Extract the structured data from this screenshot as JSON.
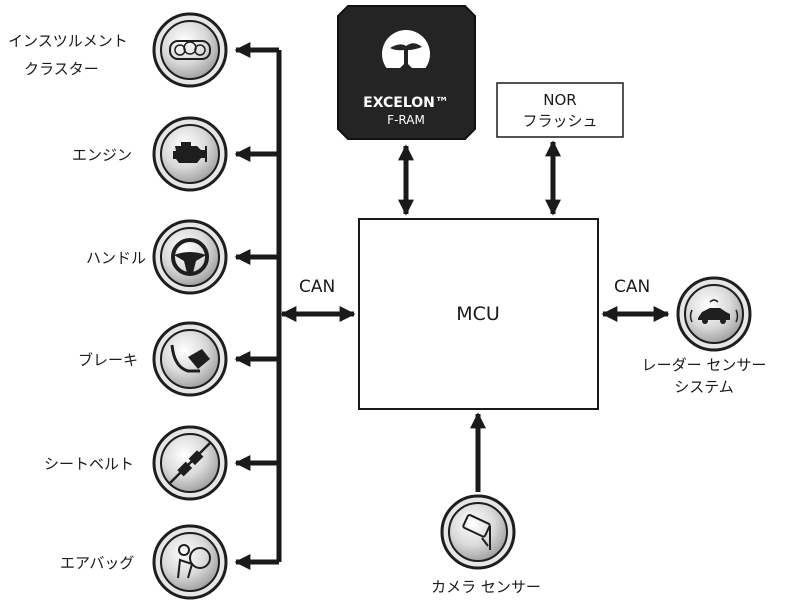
{
  "colors": {
    "line": "#1a1a1a",
    "box_stroke": "#1a1a1a",
    "icon_ring_dark": "#1e1e1e",
    "icon_ring_light": "#e6e6e6",
    "excelon_bg": "#242424"
  },
  "left_components": [
    {
      "label_line1": "インスツルメント",
      "label_line2": "クラスター",
      "icon": "gauge-cluster-icon"
    },
    {
      "label_line1": "エンジン",
      "label_line2": "",
      "icon": "engine-icon"
    },
    {
      "label_line1": "ハンドル",
      "label_line2": "",
      "icon": "steering-wheel-icon"
    },
    {
      "label_line1": "ブレーキ",
      "label_line2": "",
      "icon": "brake-pedal-icon"
    },
    {
      "label_line1": "シートベルト",
      "label_line2": "",
      "icon": "seatbelt-icon"
    },
    {
      "label_line1": "エアバッグ",
      "label_line2": "",
      "icon": "airbag-icon"
    }
  ],
  "excelon": {
    "brand": "EXCELON™",
    "sub": "F-RAM",
    "icon": "tree-logo-icon"
  },
  "nor": {
    "line1": "NOR",
    "line2": "フラッシュ"
  },
  "mcu": {
    "label": "MCU"
  },
  "can_left": "CAN",
  "can_right": "CAN",
  "radar": {
    "line1": "レーダー センサー",
    "line2": "システム",
    "icon": "radar-car-icon"
  },
  "camera": {
    "label": "カメラ センサー",
    "icon": "camera-icon"
  }
}
